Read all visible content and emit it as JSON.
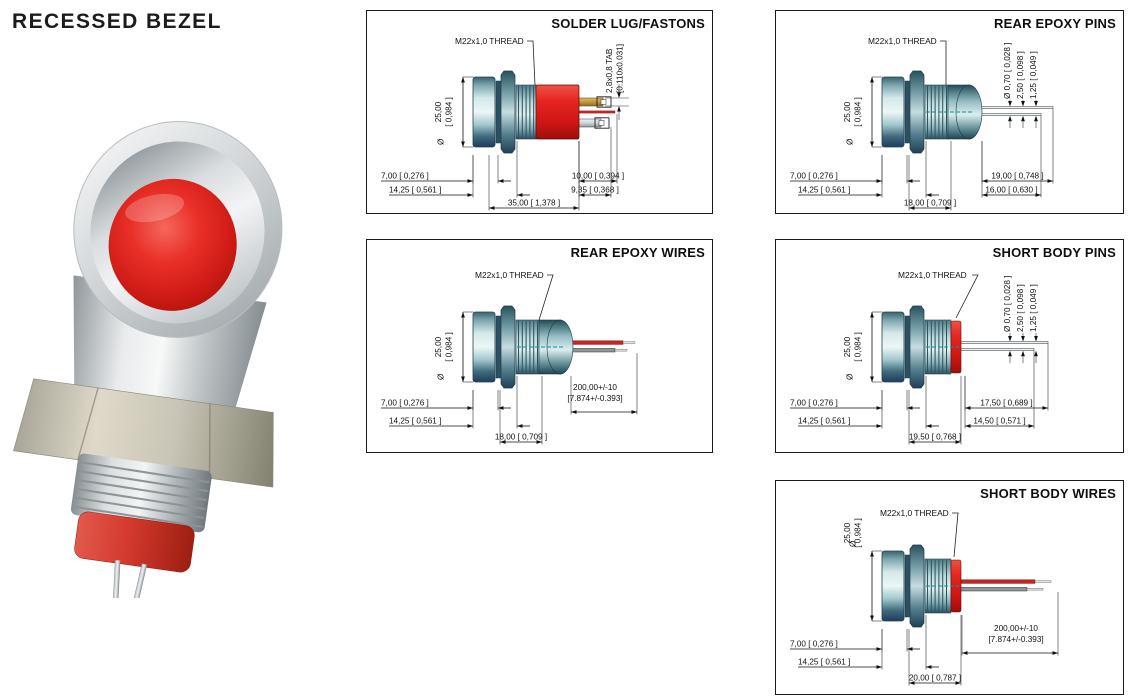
{
  "page": {
    "title": "RECESSED BEZEL"
  },
  "shared": {
    "thread_label": "M22x1,0 THREAD",
    "diameter_dim": {
      "symbol": "Ø",
      "mm": "25,00",
      "inch": "[ 0,984 ]"
    }
  },
  "panels": [
    {
      "id": "solder-lug-fastons",
      "title": "SOLDER LUG/FASTONS",
      "rotated_dims": [
        "2,8x0,8 TAB",
        "[0.110x0.031]"
      ],
      "bottom_dims": [
        "7,00 [ 0,276 ]",
        "14,25 [ 0,561 ]",
        "35,00 [ 1,378 ]"
      ],
      "right_dims": [
        "10,00 [ 0,394 ]",
        "9,35 [ 0,368 ]"
      ]
    },
    {
      "id": "rear-epoxy-pins",
      "title": "REAR EPOXY PINS",
      "rotated_dims": [
        "Ø 0,70 [ 0,028 ]",
        "2,50 [ 0,098 ]",
        "1,25 [ 0,049 ]"
      ],
      "bottom_dims": [
        "7,00 [ 0,276 ]",
        "14,25 [ 0,561 ]",
        "18,00 [ 0,709 ]"
      ],
      "right_dims": [
        "19,00 [ 0,748 ]",
        "16,00 [ 0,630 ]"
      ]
    },
    {
      "id": "rear-epoxy-wires",
      "title": "REAR EPOXY WIRES",
      "bottom_dims": [
        "7,00 [ 0,276 ]",
        "14,25 [ 0,561 ]",
        "18,00 [ 0,709 ]"
      ],
      "wire_dim": [
        "200,00+/-10",
        "[7.874+/-0.393]"
      ]
    },
    {
      "id": "short-body-pins",
      "title": "SHORT BODY PINS",
      "rotated_dims": [
        "Ø 0,70 [ 0,028 ]",
        "2,50 [ 0,098 ]",
        "1,25 [ 0,049 ]"
      ],
      "bottom_dims": [
        "7,00 [ 0,276 ]",
        "14,25 [ 0,561 ]",
        "19,50 [ 0,768 ]"
      ],
      "right_dims": [
        "17,50 [ 0,689 ]",
        "14,50 [ 0,571 ]"
      ]
    },
    {
      "id": "short-body-wires",
      "title": "SHORT BODY WIRES",
      "bottom_dims": [
        "7,00 [ 0,276 ]",
        "14,25 [ 0,561 ]",
        "20,00 [ 0,787 ]"
      ],
      "wire_dim": [
        "200,00+/-10",
        "[7.874+/-0.393]"
      ]
    }
  ],
  "colors": {
    "drawing_metal_teal": "#9dc3c9",
    "drawing_body_red": "#d6221e",
    "faston_gold": "#c49a3e",
    "wire_red": "#c62522",
    "wire_grey": "#8f9598",
    "lens_red": "#d81f1f",
    "line_black": "#111111"
  }
}
